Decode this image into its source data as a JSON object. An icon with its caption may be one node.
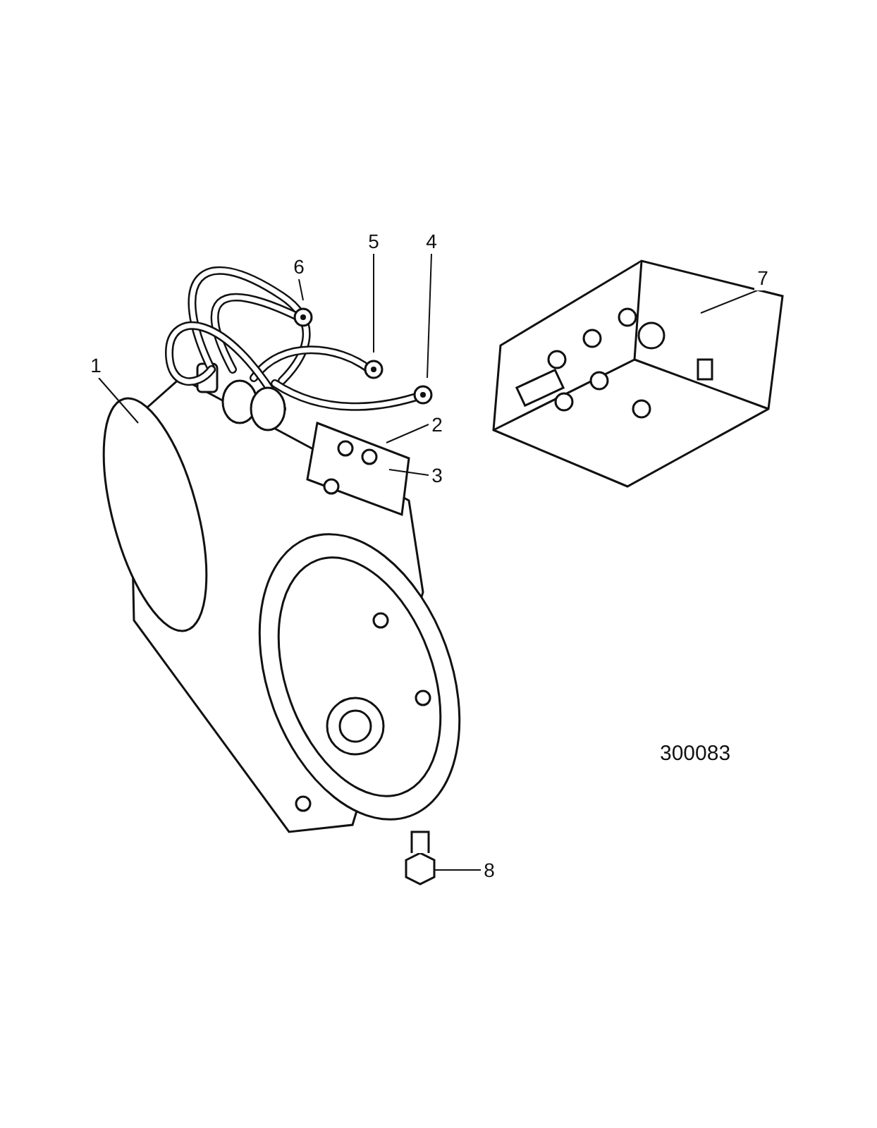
{
  "diagram": {
    "nodes": [
      {
        "text": [
          "6"
        ]
      },
      {
        "text": [
          "5"
        ]
      },
      {
        "text": [
          "4"
        ]
      },
      {
        "text": [
          "7"
        ]
      },
      {
        "text": [
          "1"
        ]
      },
      {
        "text": [
          "2"
        ]
      },
      {
        "text": [
          "3"
        ]
      },
      {
        "text": [
          "8"
        ]
      },
      {
        "text": [],
        "shape": "picture"
      }
    ],
    "edges": [
      {
        "from": 0,
        "to": null,
        "arrow": "none"
      },
      {
        "from": 1,
        "to": null,
        "arrow": "none"
      },
      {
        "from": 2,
        "to": null,
        "arrow": "none"
      },
      {
        "from": 3,
        "to": null,
        "arrow": "none"
      },
      {
        "from": 4,
        "to": null,
        "arrow": "none"
      },
      {
        "from": 5,
        "to": null,
        "arrow": "none"
      },
      {
        "from": 6,
        "to": null,
        "arrow": "none"
      },
      {
        "from": 7,
        "to": 8,
        "arrow": "none"
      }
    ],
    "labels": [
      "300083"
    ]
  }
}
